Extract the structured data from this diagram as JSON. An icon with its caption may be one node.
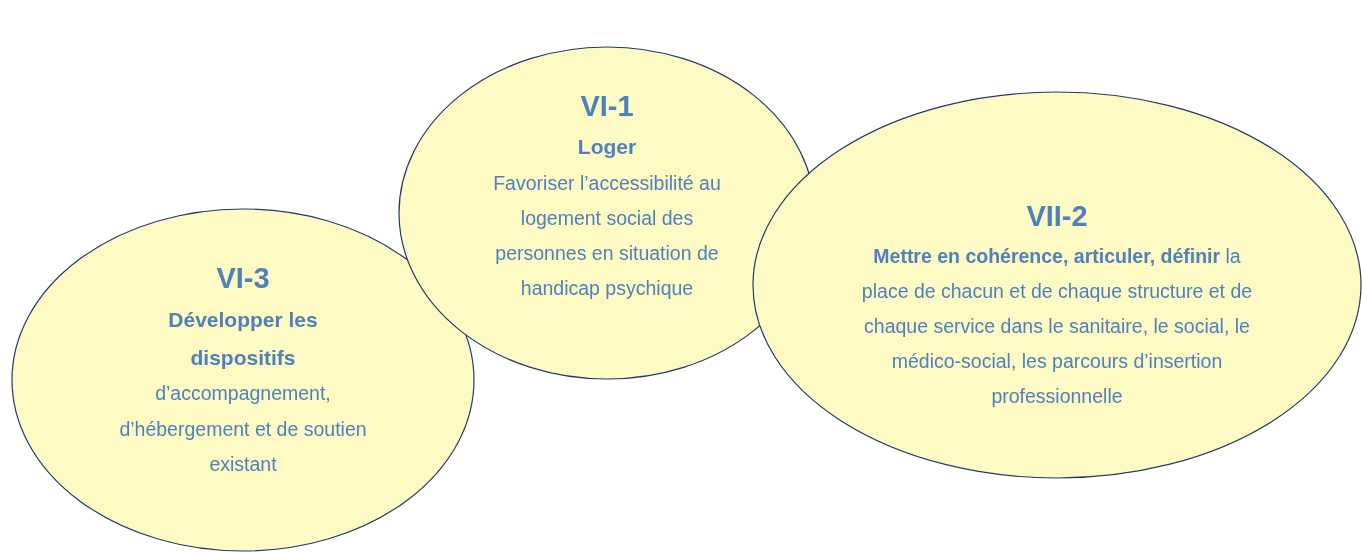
{
  "diagram": {
    "nodes": [
      {
        "text": [
          "VI-3",
          "Développer les dispositifs",
          "d’accompagnement, d’hébergement et de soutien existant"
        ]
      },
      {
        "text": [
          "VI-1",
          "Loger",
          "Favoriser l’accessibilité au logement social des personnes en situation de handicap psychique"
        ]
      },
      {
        "text": [
          "VII-2",
          "**Mettre en cohérence, articuler, définir** la place de chacun et de chaque structure et de chaque service dans le sanitaire, le social, le médico-social, les parcours d’insertion professionnelle"
        ]
      }
    ]
  }
}
